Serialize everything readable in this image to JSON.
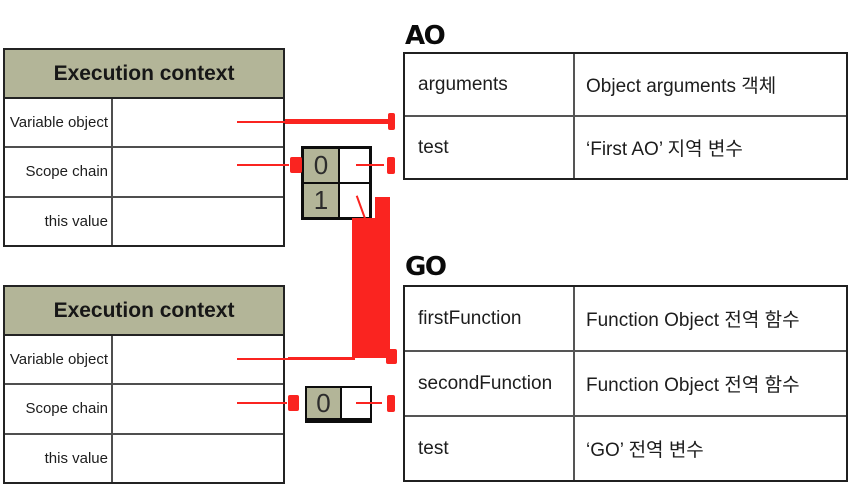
{
  "colors": {
    "olive_header": "#b3b598",
    "connector_red": "#fa2420",
    "border_dark": "#232323"
  },
  "ec_top": {
    "title": "Execution context",
    "rows": [
      "Variable object",
      "Scope chain",
      "this value"
    ]
  },
  "ec_bottom": {
    "title": "Execution context",
    "rows": [
      "Variable object",
      "Scope chain",
      "this value"
    ]
  },
  "scope_top": {
    "slot0": "0",
    "slot1": "1"
  },
  "scope_bottom": {
    "slot0": "0"
  },
  "ao": {
    "label": "AO",
    "rows": [
      {
        "key": "arguments",
        "value": "Object arguments 객체"
      },
      {
        "key": "test",
        "value": "‘First AO’ 지역 변수"
      }
    ]
  },
  "go": {
    "label": "GO",
    "rows": [
      {
        "key": "firstFunction",
        "value": "Function Object 전역 함수"
      },
      {
        "key": "secondFunction",
        "value": "Function Object 전역 함수"
      },
      {
        "key": "test",
        "value": "‘GO’ 전역 변수"
      }
    ]
  }
}
